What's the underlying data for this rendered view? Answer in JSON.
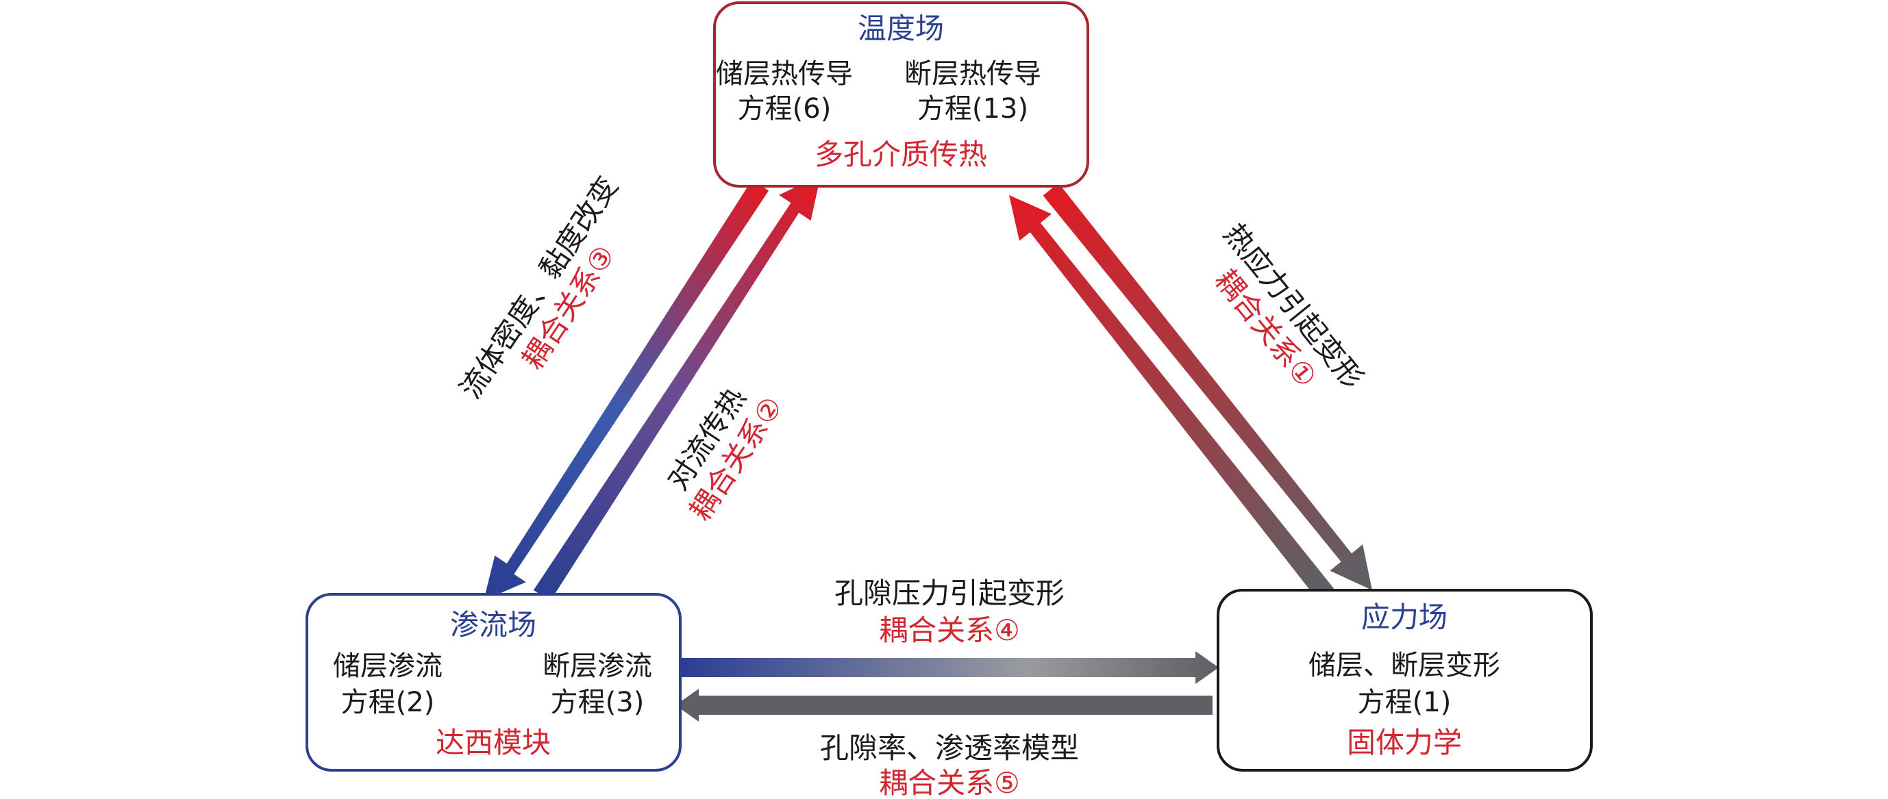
{
  "nodes": {
    "temperature": {
      "title": "温度场",
      "left_eq": [
        "储层热传导",
        "方程(6)"
      ],
      "right_eq": [
        "断层热传导",
        "方程(13)"
      ],
      "module": "多孔介质传热"
    },
    "seepage": {
      "title": "渗流场",
      "left_eq": [
        "储层渗流",
        "方程(2)"
      ],
      "right_eq": [
        "断层渗流",
        "方程(3)"
      ],
      "module": "达西模块"
    },
    "stress": {
      "title": "应力场",
      "eq": [
        "储层、断层变形",
        "方程(1)"
      ],
      "module": "固体力学"
    }
  },
  "edges": {
    "c1": {
      "label": "热应力引起变形",
      "coupling": "耦合关系①"
    },
    "c2": {
      "label": "对流传热",
      "coupling": "耦合关系②"
    },
    "c3": {
      "label": "流体密度、黏度改变",
      "coupling": "耦合关系③"
    },
    "c4": {
      "label": "孔隙压力引起变形",
      "coupling": "耦合关系④"
    },
    "c5": {
      "label": "孔隙率、渗透率模型",
      "coupling": "耦合关系⑤"
    }
  },
  "colors": {
    "title_blue": "#2b3f93",
    "red": "#d22630",
    "black": "#1a1a1a",
    "temp_border": "#a8262c",
    "seep_border": "#2b3f93",
    "stress_border": "#1a1a1a",
    "arrow_red": "#e01b24",
    "arrow_blue": "#3a4fa8",
    "arrow_gray": "#5e6066"
  }
}
